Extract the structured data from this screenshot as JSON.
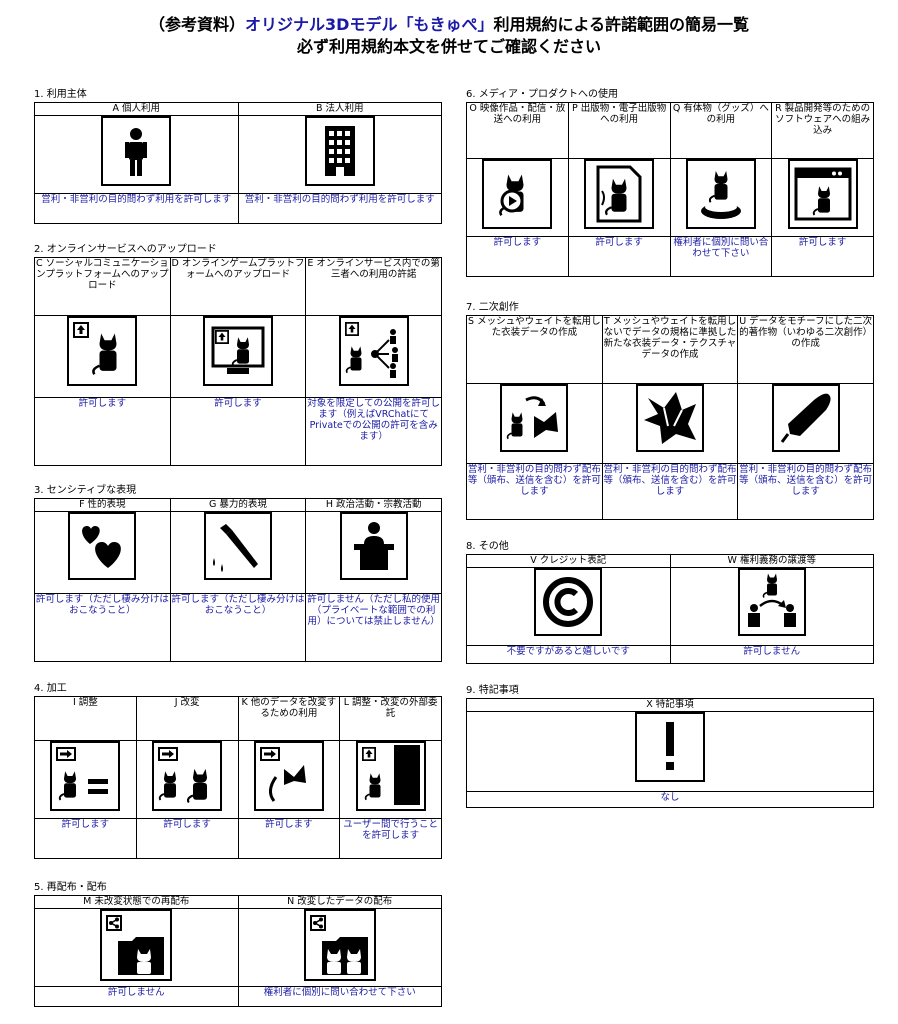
{
  "header": {
    "line1_prefix": "（参考資料）",
    "line1_blue": "オリジナル3Dモデル「もきゅぺ」",
    "line1_suffix": "利用規約による許諾範囲の簡易一覧",
    "line2": "必ず利用規約本文を併せてご確認ください"
  },
  "s1": {
    "title": "1. 利用主体",
    "items": [
      {
        "label": "A 個人利用",
        "answer": "営利・非営利の目的問わず利用を許可します",
        "icon": "person-icon"
      },
      {
        "label": "B 法人利用",
        "answer": "営利・非営利の目的問わず利用を許可します",
        "icon": "building-icon"
      }
    ]
  },
  "s2": {
    "title": "2. オンラインサービスへのアップロード",
    "items": [
      {
        "label": "C ソーシャルコミュニケーションプラットフォームへのアップロード",
        "answer": "許可します",
        "icon": "upload-avatar-icon"
      },
      {
        "label": "D オンラインゲームプラットフォームへのアップロード",
        "answer": "許可します",
        "icon": "upload-monitor-icon"
      },
      {
        "label": "E オンラインサービス内での第三者への利用の許諾",
        "answer": "対象を限定しての公開を許可します（例えばVRChatにてPrivateでの公開の許可を含みます）",
        "icon": "share-network-icon"
      }
    ]
  },
  "s3": {
    "title": "3. センシティブな表現",
    "items": [
      {
        "label": "F 性的表現",
        "answer": "許可します（ただし棲み分けはおこなうこと）",
        "icon": "hearts-icon"
      },
      {
        "label": "G 暴力的表現",
        "answer": "許可します（ただし棲み分けはおこなうこと）",
        "icon": "knife-icon"
      },
      {
        "label": "H 政治活動・宗教活動",
        "answer": "許可しません（ただし私的使用（プライベートな範囲での利用）については禁止しません）",
        "icon": "podium-icon"
      }
    ]
  },
  "s4": {
    "title": "4. 加工",
    "items": [
      {
        "label": "I 調整",
        "answer": "許可します",
        "icon": "adjust-icon"
      },
      {
        "label": "J 改変",
        "answer": "許可します",
        "icon": "modify-icon"
      },
      {
        "label": "K 他のデータを改変するための利用",
        "answer": "許可します",
        "icon": "parts-icon"
      },
      {
        "label": "L 調整・改変の外部委託",
        "answer": "ユーザー間で行うことを許可します",
        "icon": "outsource-icon"
      }
    ]
  },
  "s5": {
    "title": "5. 再配布・配布",
    "items": [
      {
        "label": "M 未改変状態での再配布",
        "answer": "許可しません",
        "icon": "redistribute-icon"
      },
      {
        "label": "N 改変したデータの配布",
        "answer": "権利者に個別に問い合わせて下さい",
        "icon": "distribute-modified-icon"
      }
    ]
  },
  "s6": {
    "title": "6. メディア・プロダクトへの使用",
    "items": [
      {
        "label": "O 映像作品・配信・放送への利用",
        "answer": "許可します",
        "icon": "video-icon"
      },
      {
        "label": "P 出版物・電子出版物への利用",
        "answer": "許可します",
        "icon": "publication-icon"
      },
      {
        "label": "Q 有体物（グッズ）への利用",
        "answer": "権利者に個別に問い合わせて下さい",
        "icon": "figure-icon"
      },
      {
        "label": "R 製品開発等のためのソフトウェアへの組み込み",
        "answer": "許可します",
        "icon": "software-icon"
      }
    ]
  },
  "s7": {
    "title": "7. 二次創作",
    "items": [
      {
        "label": "S メッシュやウェイトを転用した衣装データの作成",
        "answer": "営利・非営利の目的問わず配布等（頒布、送信を含む）を許可します",
        "icon": "costume-convert-icon"
      },
      {
        "label": "T メッシュやウェイトを転用しないでデータの規格に準拠した新たな衣装データ・テクスチャデータの作成",
        "answer": "営利・非営利の目的問わず配布等（頒布、送信を含む）を許可します",
        "icon": "cloth-icon"
      },
      {
        "label": "U データをモチーフにした二次的著作物（いわゆる二次創作）の作成",
        "answer": "営利・非営利の目的問わず配布等（頒布、送信を含む）を許可します",
        "icon": "pen-icon"
      }
    ]
  },
  "s8": {
    "title": "8. その他",
    "items": [
      {
        "label": "V クレジット表記",
        "answer": "不要ですがあると嬉しいです",
        "icon": "copyright-icon"
      },
      {
        "label": "W 権利義務の譲渡等",
        "answer": "許可しません",
        "icon": "transfer-icon"
      }
    ]
  },
  "s9": {
    "title": "9. 特記事項",
    "items": [
      {
        "label": "X 特記事項",
        "answer": "なし",
        "icon": "exclamation-icon"
      }
    ]
  }
}
